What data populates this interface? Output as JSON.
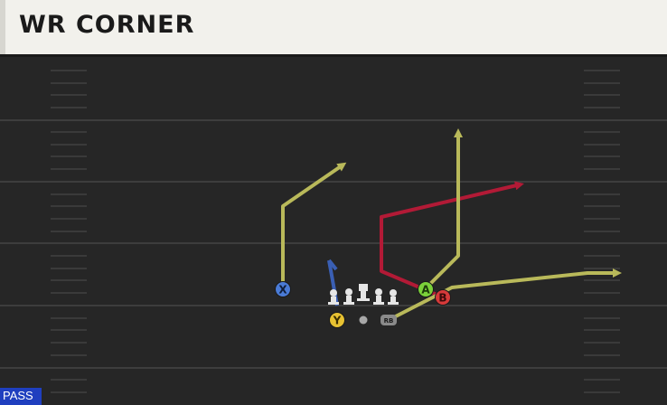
{
  "play": {
    "name": "WR CORNER",
    "type_badge": "PASS"
  },
  "players": {
    "X": {
      "label": "X",
      "color": "#4a7bd6"
    },
    "Y": {
      "label": "Y",
      "color": "#e8c232"
    },
    "A": {
      "label": "A",
      "color": "#7bd13a"
    },
    "B": {
      "label": "B",
      "color": "#d63a3a"
    },
    "RB": {
      "label": "RB"
    }
  },
  "route_colors": {
    "primary": "#b9b95a",
    "read": "#b21a36",
    "block": "#3a5fb4"
  }
}
